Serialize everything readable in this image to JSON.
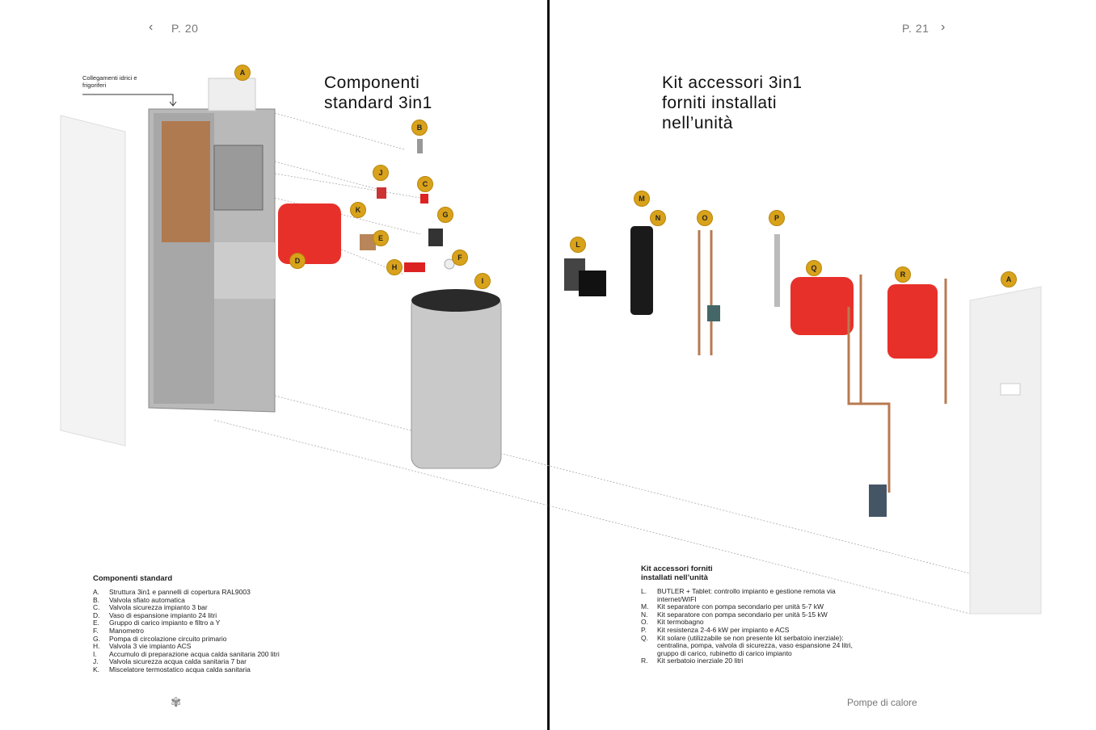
{
  "left_page": {
    "page_label": "P. 20",
    "title_line1": "Componenti",
    "title_line2": "standard 3in1",
    "callout": "Collegamenti idrici e frigoriferi",
    "legend_title": "Componenti standard",
    "legend": [
      {
        "key": "A.",
        "text": "Struttura 3in1 e pannelli di copertura RAL9003"
      },
      {
        "key": "B.",
        "text": "Valvola sfiato automatica"
      },
      {
        "key": "C.",
        "text": "Valvola sicurezza impianto 3 bar"
      },
      {
        "key": "D.",
        "text": "Vaso di espansione impianto 24 litri"
      },
      {
        "key": "E.",
        "text": "Gruppo di carico impianto e filtro a Y"
      },
      {
        "key": "F.",
        "text": "Manometro"
      },
      {
        "key": "G.",
        "text": "Pompa di circolazione circuito primario"
      },
      {
        "key": "H.",
        "text": "Valvola 3 vie impianto ACS"
      },
      {
        "key": "I.",
        "text": "Accumulo di preparazione acqua calda sanitaria 200 litri"
      },
      {
        "key": "J.",
        "text": "Valvola sicurezza acqua calda sanitaria 7 bar"
      },
      {
        "key": "K.",
        "text": "Miscelatore termostatico acqua calda sanitaria"
      }
    ],
    "markers": [
      "A",
      "B",
      "J",
      "C",
      "K",
      "G",
      "E",
      "D",
      "F",
      "H",
      "I"
    ]
  },
  "right_page": {
    "page_label": "P. 21",
    "title_line1": "Kit accessori 3in1",
    "title_line2": "forniti installati",
    "title_line3": "nell’unità",
    "legend_title_line1": "Kit accessori forniti",
    "legend_title_line2": "installati nell’unità",
    "legend": [
      {
        "key": "L.",
        "text": "BUTLER + Tablet: controllo impianto e gestione remota via internet/WIFI"
      },
      {
        "key": "M.",
        "text": "Kit separatore con pompa secondario per unità 5-7 kW"
      },
      {
        "key": "N.",
        "text": "Kit separatore con pompa secondario per unità 5-15 kW"
      },
      {
        "key": "O.",
        "text": "Kit termobagno"
      },
      {
        "key": "P.",
        "text": "Kit resistenza 2-4-6 kW per impianto e ACS"
      },
      {
        "key": "Q.",
        "text": "Kit solare (utilizzabile se non presente kit serbatoio inerziale): centralina, pompa, valvola di sicurezza, vaso espansione 24 litri, gruppo di carico, rubinetto di carico impianto"
      },
      {
        "key": "R.",
        "text": "Kit serbatoio inerziale 20 litri"
      }
    ],
    "markers": [
      "M",
      "N",
      "O",
      "P",
      "L",
      "Q",
      "R",
      "A"
    ],
    "footer": "Pompe di calore"
  },
  "colors": {
    "marker": "#d9a21b",
    "tank_red": "#e8302a",
    "divider": "#111111"
  }
}
